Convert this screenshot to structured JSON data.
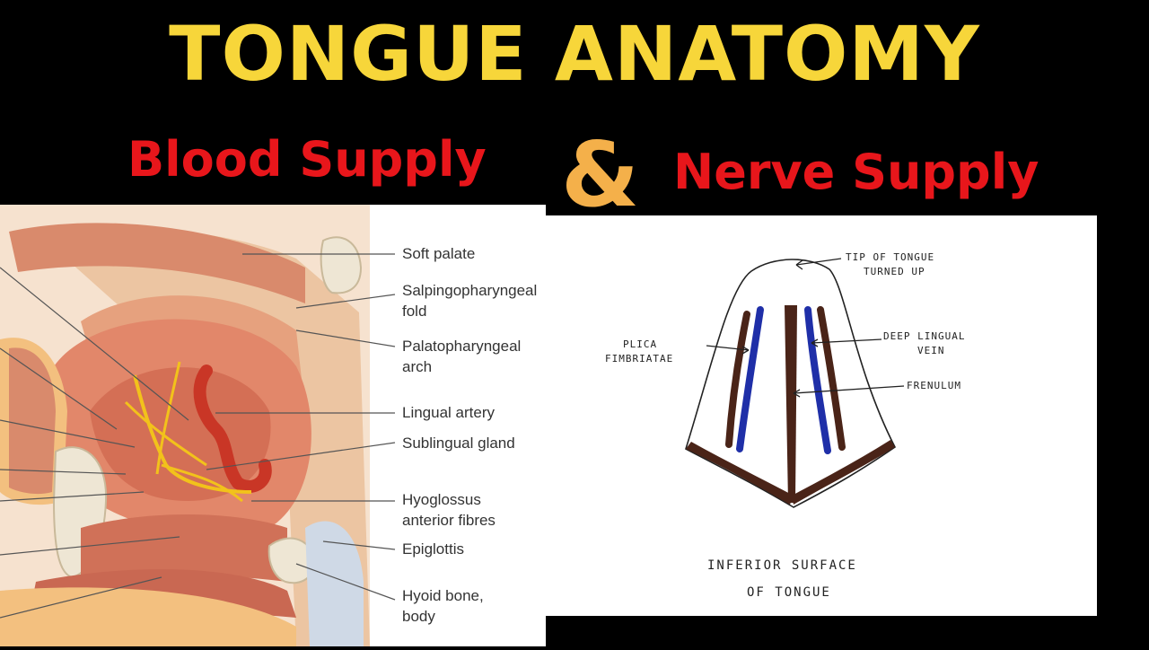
{
  "header": {
    "title": "TONGUE ANATOMY",
    "blood_supply": "Blood Supply",
    "ampersand": "&",
    "nerve_supply": "Nerve Supply"
  },
  "left_diagram": {
    "labels": {
      "soft_palate": "Soft palate",
      "salpingopharyngeal_1": "Salpingopharyngeal",
      "salpingopharyngeal_2": "fold",
      "palatopharyngeal_1": "Palatopharyngeal",
      "palatopharyngeal_2": "arch",
      "lingual_artery": "Lingual artery",
      "sublingual_gland": "Sublingual gland",
      "hyoglossus_1": "Hyoglossus",
      "hyoglossus_2": "anterior fibres",
      "epiglottis": "Epiglottis",
      "hyoid_1": "Hyoid bone,",
      "hyoid_2": "body"
    }
  },
  "right_diagram": {
    "labels": {
      "tip_1": "TIP OF TONGUE",
      "tip_2": "TURNED UP",
      "plica_1": "PLICA",
      "plica_2": "FIMBRIATAE",
      "vein_1": "DEEP LINGUAL",
      "vein_2": "VEIN",
      "frenulum": "FRENULUM",
      "caption_1": "INFERIOR  SURFACE",
      "caption_2": "OF TONGUE"
    },
    "colors": {
      "vein": "#1f2fa8",
      "fold": "#4a2418"
    }
  }
}
